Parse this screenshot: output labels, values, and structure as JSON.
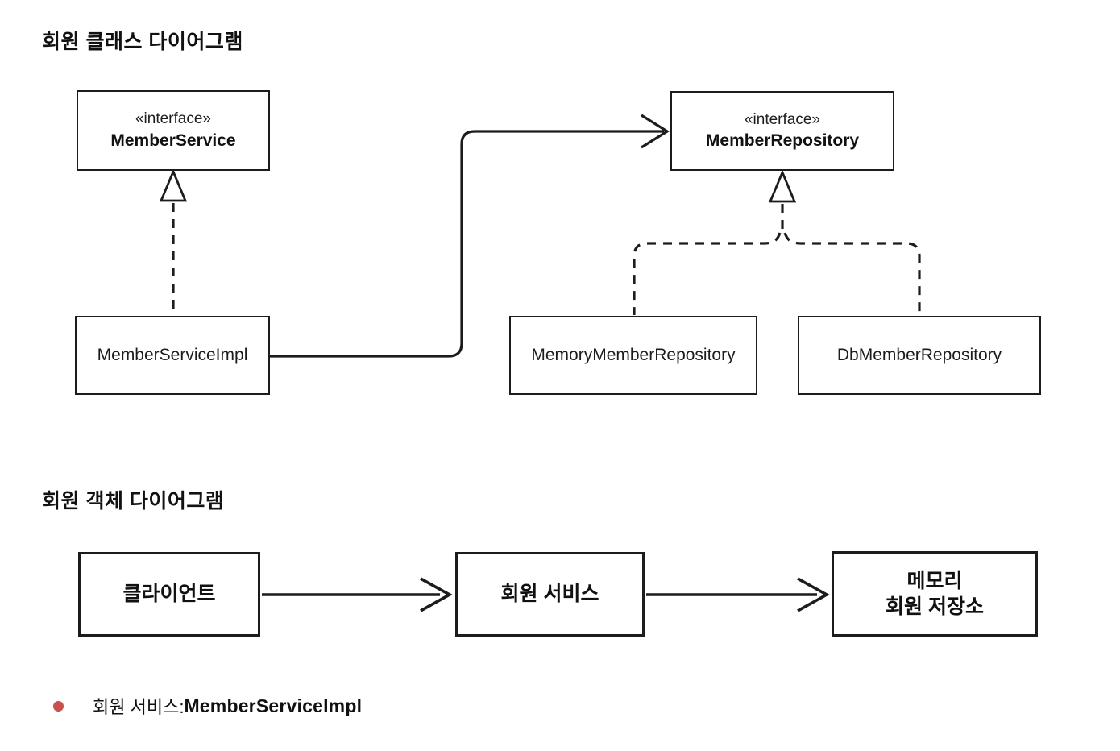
{
  "titles": {
    "class_diagram": "회원 클래스 다이어그램",
    "object_diagram": "회원 객체 다이어그램"
  },
  "class_diagram": {
    "member_service": {
      "stereotype": "«interface»",
      "name": "MemberService"
    },
    "member_repository": {
      "stereotype": "«interface»",
      "name": "MemberRepository"
    },
    "member_service_impl": {
      "name": "MemberServiceImpl"
    },
    "memory_member_repository": {
      "name": "MemoryMemberRepository"
    },
    "db_member_repository": {
      "name": "DbMemberRepository"
    },
    "relations": [
      {
        "from": "MemberServiceImpl",
        "to": "MemberService",
        "type": "realization"
      },
      {
        "from": "MemberServiceImpl",
        "to": "MemberRepository",
        "type": "dependency"
      },
      {
        "from": "MemoryMemberRepository",
        "to": "MemberRepository",
        "type": "realization"
      },
      {
        "from": "DbMemberRepository",
        "to": "MemberRepository",
        "type": "realization"
      }
    ]
  },
  "object_diagram": {
    "client": {
      "name": "클라이언트"
    },
    "member_service": {
      "name": "회원 서비스"
    },
    "memory_member_store": {
      "line1": "메모리",
      "line2": "회원 저장소"
    },
    "relations": [
      {
        "from": "클라이언트",
        "to": "회원 서비스",
        "type": "arrow"
      },
      {
        "from": "회원 서비스",
        "to": "메모리 회원 저장소",
        "type": "arrow"
      }
    ]
  },
  "note": {
    "label": "회원 서비스: ",
    "value": "MemberServiceImpl",
    "bullet_color": "#c9504c"
  },
  "colors": {
    "line": "#1c1c1c",
    "background": "#ffffff"
  }
}
